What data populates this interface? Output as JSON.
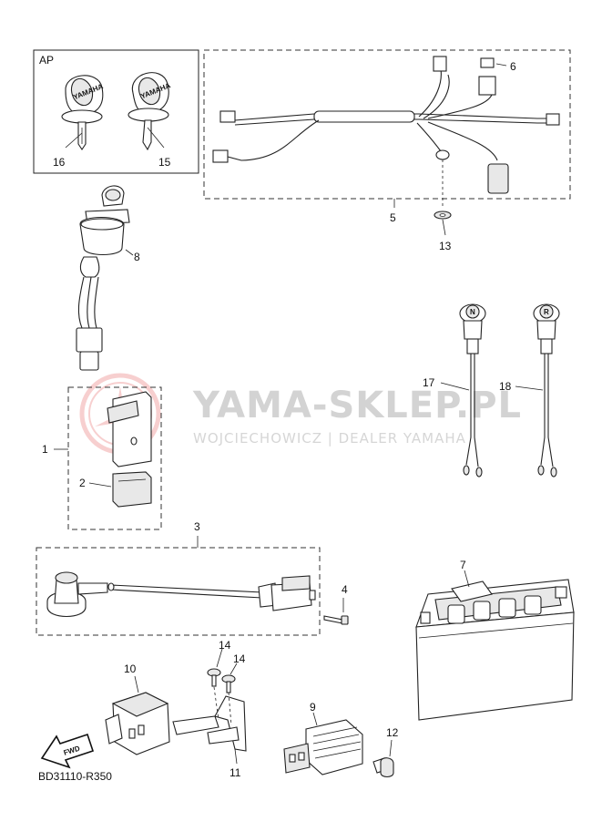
{
  "watermark": {
    "title": "YAMA-SKLEP.PL",
    "subtitle": "WOJCIECHOWICZ | DEALER YAMAHA"
  },
  "ap_box_label": "AP",
  "drawing_code": "BD31110-R350",
  "fwd_label": "FWD",
  "key_brand": "YAMAHA",
  "ignition_badges": [
    "N",
    "R"
  ],
  "callouts": {
    "c1": "1",
    "c2": "2",
    "c3": "3",
    "c4": "4",
    "c5": "5",
    "c6": "6",
    "c7": "7",
    "c8": "8",
    "c9": "9",
    "c10": "10",
    "c11": "11",
    "c12": "12",
    "c13": "13",
    "c14a": "14",
    "c14b": "14",
    "c15": "15",
    "c16": "16",
    "c17": "17",
    "c18": "18"
  },
  "colors": {
    "watermark_logo": "#f2b8b8",
    "watermark_text": "#d3d3d3",
    "line": "#222222"
  }
}
